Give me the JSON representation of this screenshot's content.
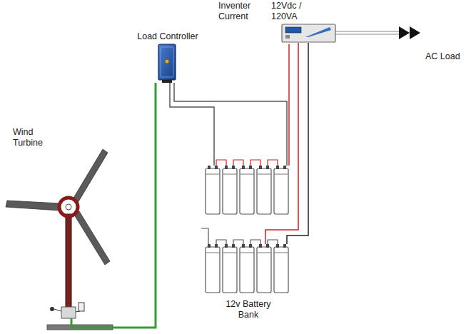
{
  "diagram": {
    "nodes": [
      {
        "text": [
          "Inventer Current",
          "12Vdc / 120VA"
        ]
      },
      {
        "text": [
          "Load Controller"
        ]
      },
      {
        "text": [
          "Wind Turbine"
        ]
      },
      {
        "text": [
          "12v Battery Bank"
        ]
      }
    ],
    "edges": [
      {
        "from": 2,
        "to": 1,
        "arrow": "none"
      },
      {
        "from": 1,
        "to": 3,
        "arrow": "none"
      },
      {
        "from": 0,
        "to": 3,
        "arrow": "none"
      }
    ],
    "labels": [
      "AC Load"
    ]
  }
}
